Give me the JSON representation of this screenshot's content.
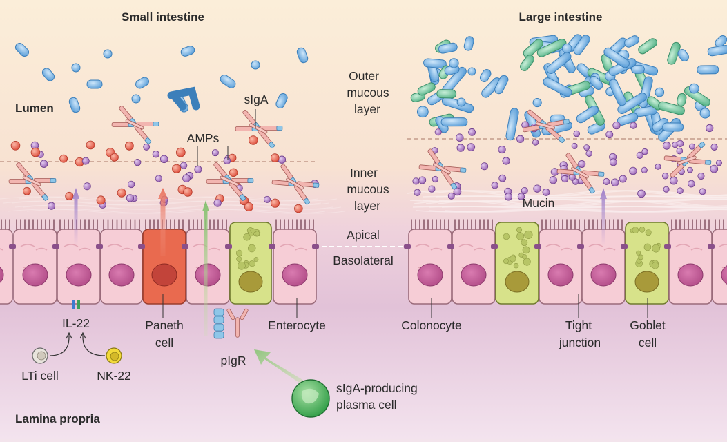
{
  "titles": {
    "small_intestine": "Small intestine",
    "large_intestine": "Large intestine"
  },
  "regions": {
    "lumen": "Lumen",
    "lamina_propria": "Lamina propria"
  },
  "layers": {
    "outer_mucous": [
      "Outer",
      "mucous",
      "layer"
    ],
    "inner_mucous": [
      "Inner",
      "mucous",
      "layer"
    ],
    "apical": "Apical",
    "basolateral": "Basolateral",
    "mucin": "Mucin"
  },
  "labels": {
    "siga": "sIgA",
    "amps": "AMPs",
    "il22": "IL-22",
    "lti_cell": "LTi cell",
    "nk22": "NK-22",
    "paneth": [
      "Paneth",
      "cell"
    ],
    "enterocyte": "Enterocyte",
    "pigr": "pIgR",
    "plasma_cell": [
      "sIgA-producing",
      "plasma cell"
    ],
    "colonocyte": "Colonocyte",
    "tight_junction": [
      "Tight",
      "junction"
    ],
    "goblet": [
      "Goblet",
      "cell"
    ]
  },
  "colors": {
    "lumen_top": "#fbead0",
    "lamina": "#e8c9dc",
    "cell_pink": "#f6cdd6",
    "nucleus": "#c0558f",
    "paneth_cell": "#e96a4f",
    "goblet_cell": "#d7e28a",
    "amp_red": "#e8604e",
    "purple_dot": "#9a64b4",
    "bacteria_blue": "#7bb6e6",
    "bacteria_green": "#7ccaa4",
    "junction": "#8a4f8a"
  }
}
